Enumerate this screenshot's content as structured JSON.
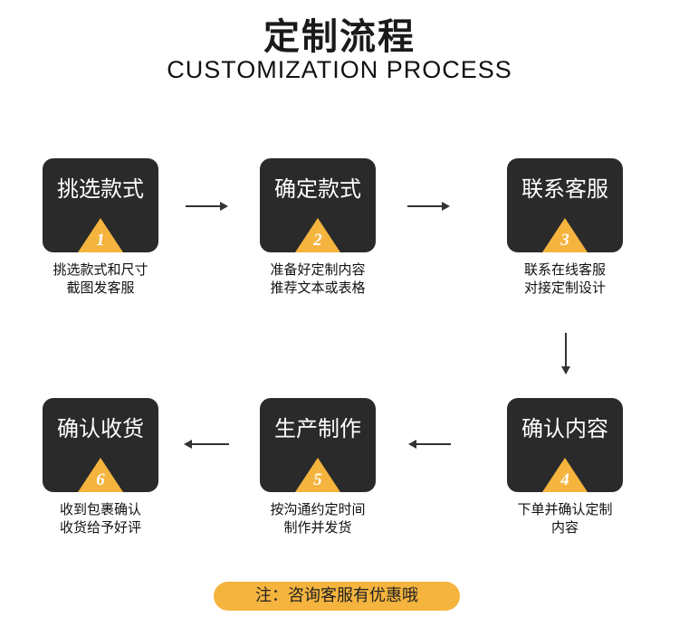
{
  "header": {
    "title": "定制流程",
    "subtitle": "CUSTOMIZATION PROCESS"
  },
  "steps": [
    {
      "label": "挑选款式",
      "number": "1",
      "desc_line1": "挑选款式和尺寸",
      "desc_line2": "截图发客服"
    },
    {
      "label": "确定款式",
      "number": "2",
      "desc_line1": "准备好定制内容",
      "desc_line2": "推荐文本或表格"
    },
    {
      "label": "联系客服",
      "number": "3",
      "desc_line1": "联系在线客服",
      "desc_line2": "对接定制设计"
    },
    {
      "label": "确认内容",
      "number": "4",
      "desc_line1": "下单并确认定制",
      "desc_line2": "内容"
    },
    {
      "label": "生产制作",
      "number": "5",
      "desc_line1": "按沟通约定时间",
      "desc_line2": "制作并发货"
    },
    {
      "label": "确认收货",
      "number": "6",
      "desc_line1": "收到包裹确认",
      "desc_line2": "收货给予好评"
    }
  ],
  "note": "注：咨询客服有优惠哦",
  "colors": {
    "card_bg": "#2a2a2a",
    "accent": "#f4b43e",
    "text": "#111111",
    "card_text": "#ffffff"
  },
  "icons": {
    "step_marker": "triangle-number-badge",
    "flow_arrow": "arrow-icon"
  }
}
